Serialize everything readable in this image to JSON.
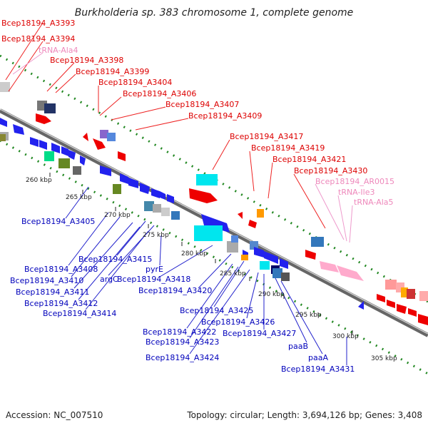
{
  "title": "Burkholderia sp. 383 chromosome 1, complete genome",
  "footer": {
    "accession": "Accession: NC_007510",
    "summary": "Topology: circular; Length: 3,694,126 bp; Genes: 3,408"
  },
  "colors": {
    "label_top_strand": "#dd0000",
    "label_bottom_strand": "#0000bb",
    "label_rna": "#ee88bb",
    "backbone": "#888888",
    "gc_dots": "#228822"
  },
  "scale_ticks": [
    {
      "kbp": 260,
      "label": "260 kbp"
    },
    {
      "kbp": 265,
      "label": "265 kbp"
    },
    {
      "kbp": 270,
      "label": "270 kbp"
    },
    {
      "kbp": 275,
      "label": "275 kbp"
    },
    {
      "kbp": 280,
      "label": "280 kbp"
    },
    {
      "kbp": 285,
      "label": "285 kbp"
    },
    {
      "kbp": 290,
      "label": "290 kbp"
    },
    {
      "kbp": 295,
      "label": "295 kbp"
    },
    {
      "kbp": 300,
      "label": "300 kbp"
    },
    {
      "kbp": 305,
      "label": "305 kbp"
    }
  ],
  "top_labels": [
    {
      "text": "Bcep18194_A3393",
      "type": "cds"
    },
    {
      "text": "Bcep18194_A3394",
      "type": "cds"
    },
    {
      "text": "tRNA-Ala4",
      "type": "rna"
    },
    {
      "text": "Bcep18194_A3398",
      "type": "cds"
    },
    {
      "text": "Bcep18194_A3399",
      "type": "cds"
    },
    {
      "text": "Bcep18194_A3404",
      "type": "cds"
    },
    {
      "text": "Bcep18194_A3406",
      "type": "cds"
    },
    {
      "text": "Bcep18194_A3407",
      "type": "cds"
    },
    {
      "text": "Bcep18194_A3409",
      "type": "cds"
    },
    {
      "text": "Bcep18194_A3417",
      "type": "cds"
    },
    {
      "text": "Bcep18194_A3419",
      "type": "cds"
    },
    {
      "text": "Bcep18194_A3421",
      "type": "cds"
    },
    {
      "text": "Bcep18194_A3430",
      "type": "cds"
    },
    {
      "text": "Bcep18194_AR0015",
      "type": "rna"
    },
    {
      "text": "tRNA-Ile3",
      "type": "rna"
    },
    {
      "text": "tRNA-Ala5",
      "type": "rna"
    }
  ],
  "bottom_labels": [
    {
      "text": "Bcep18194_A3405"
    },
    {
      "text": "Bcep18194_A3408"
    },
    {
      "text": "Bcep18194_A3410"
    },
    {
      "text": "Bcep18194_A3411"
    },
    {
      "text": "Bcep18194_A3412"
    },
    {
      "text": "Bcep18194_A3414"
    },
    {
      "text": "Bcep18194_A3415"
    },
    {
      "text": "argC"
    },
    {
      "text": "pyrE"
    },
    {
      "text": "Bcep18194_A3418"
    },
    {
      "text": "Bcep18194_A3420"
    },
    {
      "text": "Bcep18194_A3425"
    },
    {
      "text": "Bcep18194_A3426"
    },
    {
      "text": "Bcep18194_A3422"
    },
    {
      "text": "Bcep18194_A3423"
    },
    {
      "text": "Bcep18194_A3424"
    },
    {
      "text": "Bcep18194_A3427"
    },
    {
      "text": "paaB"
    },
    {
      "text": "paaA"
    },
    {
      "text": "Bcep18194_A3431"
    }
  ]
}
